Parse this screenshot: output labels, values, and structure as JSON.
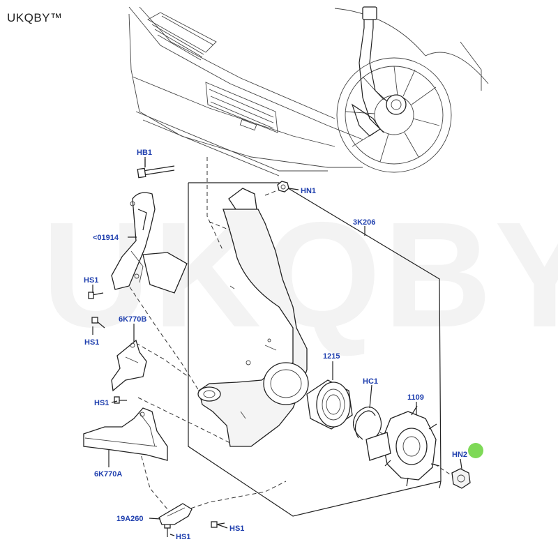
{
  "brand": "UKQBY™",
  "watermark": "UKQBY™",
  "labels": {
    "hb1": "HB1",
    "p01914": "<01914",
    "hs1_a": "HS1",
    "hs1_b": "HS1",
    "p6k770b": "6K770B",
    "hs1_c": "HS1",
    "p6k770a": "6K770A",
    "p19a260": "19A260",
    "hs1_d": "HS1",
    "hs1_e": "HS1",
    "hn1": "HN1",
    "p3k206": "3K206",
    "p1215": "1215",
    "hc1": "HC1",
    "p1109": "1109",
    "hn2": "HN2"
  },
  "colors": {
    "label": "#1f3fae",
    "line": "#222222",
    "marker": "#7ed957"
  }
}
